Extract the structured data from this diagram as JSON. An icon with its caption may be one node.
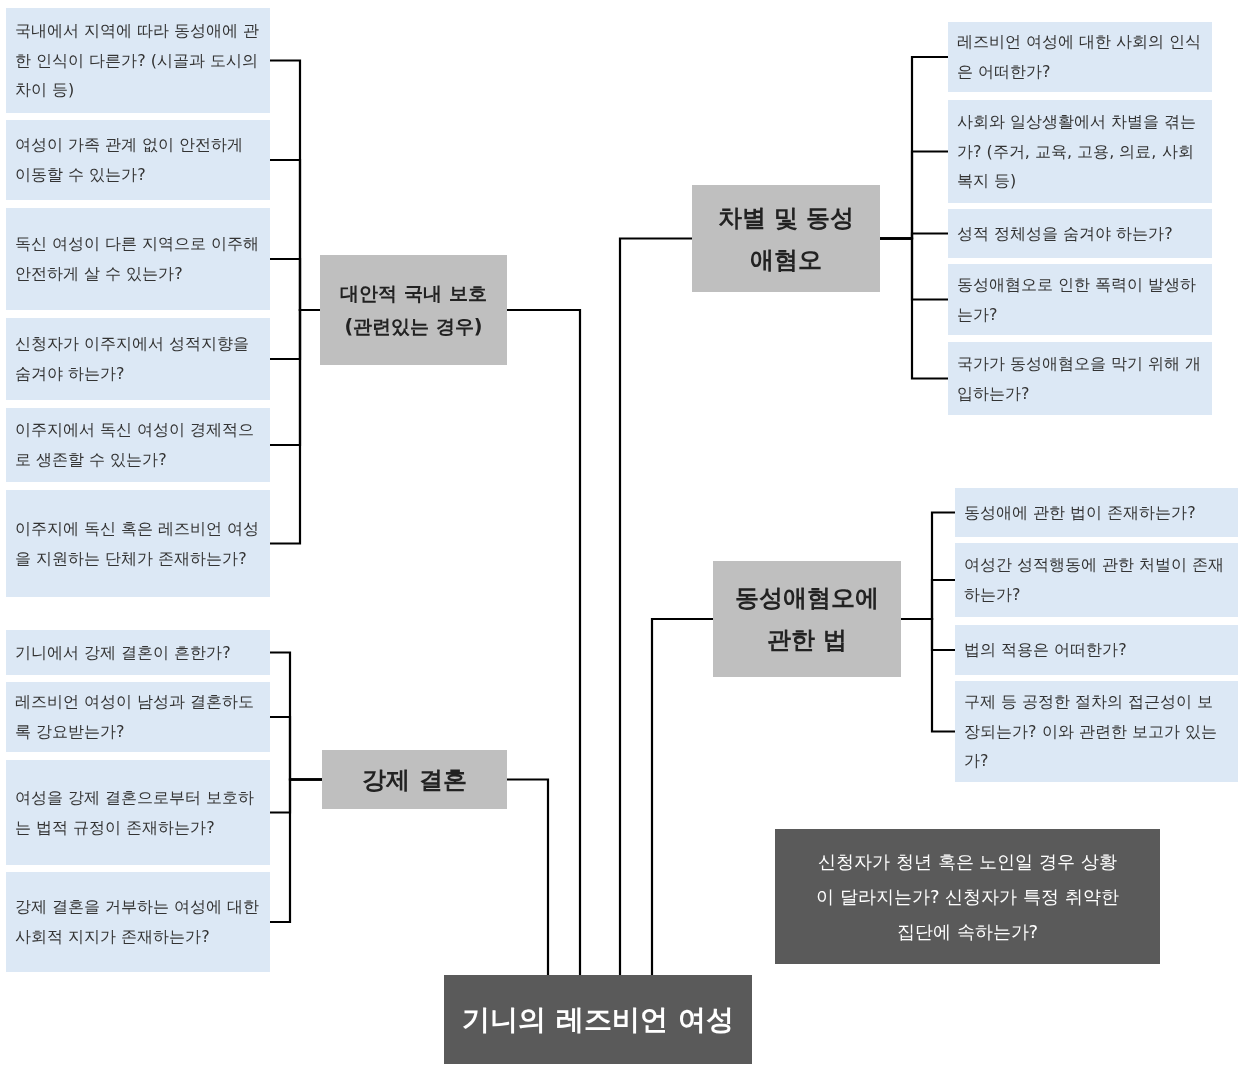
{
  "diagram": {
    "nodes": [
      {
        "text": [
          "국내에서 지역에 따라 동성애에 관한 인식이 다른가? (시골과 도시의 차이 등)"
        ]
      },
      {
        "text": [
          "여성이 가족 관계 없이 안전하게 이동할 수 있는가?"
        ]
      },
      {
        "text": [
          "독신 여성이 다른 지역으로 이주해 안전하게 살 수 있는가?"
        ]
      },
      {
        "text": [
          "신청자가 이주지에서 성적지향을 숨겨야 하는가?"
        ]
      },
      {
        "text": [
          "이주지에서 독신 여성이 경제적으로 생존할 수 있는가?"
        ]
      },
      {
        "text": [
          "이주지에 독신 혹은 레즈비언 여성을 지원하는 단체가 존재하는가?"
        ]
      },
      {
        "text": [
          "대안적 국내 보호 (관련있는 경우)"
        ]
      },
      {
        "text": [
          "기니에서 강제 결혼이 흔한가?"
        ]
      },
      {
        "text": [
          "레즈비언 여성이 남성과 결혼하도록 강요받는가?"
        ]
      },
      {
        "text": [
          "여성을 강제 결혼으로부터 보호하는 법적 규정이 존재하는가?"
        ]
      },
      {
        "text": [
          "강제 결혼을 거부하는 여성에 대한 사회적 지지가 존재하는가?"
        ]
      },
      {
        "text": [
          "강제 결혼"
        ]
      },
      {
        "text": [
          "차별 및 동성애혐오"
        ]
      },
      {
        "text": [
          "레즈비언 여성에 대한 사회의 인식은 어떠한가?"
        ]
      },
      {
        "text": [
          "사회와 일상생활에서 차별을 겪는가? (주거, 교육, 고용, 의료, 사회복지 등)"
        ]
      },
      {
        "text": [
          "성적 정체성을 숨겨야 하는가?"
        ]
      },
      {
        "text": [
          "동성애혐오로 인한 폭력이 발생하는가?"
        ]
      },
      {
        "text": [
          "국가가 동성애혐오을 막기 위해 개입하는가?"
        ]
      },
      {
        "text": [
          "동성애혐오에 관한 법"
        ]
      },
      {
        "text": [
          "동성애에 관한 법이 존재하는가?"
        ]
      },
      {
        "text": [
          "여성간 성적행동에 관한 처벌이 존재하는가?"
        ]
      },
      {
        "text": [
          "법의 적용은 어떠한가?"
        ]
      },
      {
        "text": [
          "구제 등 공정한 절차의 접근성이 보장되는가? 이와 관련한 보고가 있는가?"
        ]
      },
      {
        "text": [
          "신청자가 청년 혹은 노인일 경우 상황이 달라지는가? 신청자가 특정 취약한 집단에 속하는가?"
        ]
      },
      {
        "text": [
          "기니의 레즈비언 여성"
        ]
      }
    ],
    "edges": [
      {
        "from": 24,
        "to": 6,
        "arrow": "none"
      },
      {
        "from": 24,
        "to": 11,
        "arrow": "none"
      },
      {
        "from": 24,
        "to": 12,
        "arrow": "none"
      },
      {
        "from": 24,
        "to": 18,
        "arrow": "none"
      },
      {
        "from": 6,
        "to": 0,
        "arrow": "none"
      },
      {
        "from": 6,
        "to": 1,
        "arrow": "none"
      },
      {
        "from": 6,
        "to": 2,
        "arrow": "none"
      },
      {
        "from": 6,
        "to": 3,
        "arrow": "none"
      },
      {
        "from": 6,
        "to": 4,
        "arrow": "none"
      },
      {
        "from": 6,
        "to": 5,
        "arrow": "none"
      },
      {
        "from": 11,
        "to": 7,
        "arrow": "none"
      },
      {
        "from": 11,
        "to": 8,
        "arrow": "none"
      },
      {
        "from": 11,
        "to": 9,
        "arrow": "none"
      },
      {
        "from": 11,
        "to": 10,
        "arrow": "none"
      },
      {
        "from": 12,
        "to": 13,
        "arrow": "none"
      },
      {
        "from": 12,
        "to": 14,
        "arrow": "none"
      },
      {
        "from": 12,
        "to": 15,
        "arrow": "none"
      },
      {
        "from": 12,
        "to": 16,
        "arrow": "none"
      },
      {
        "from": 12,
        "to": 17,
        "arrow": "none"
      },
      {
        "from": 18,
        "to": 19,
        "arrow": "none"
      },
      {
        "from": 18,
        "to": 20,
        "arrow": "none"
      },
      {
        "from": 18,
        "to": 21,
        "arrow": "none"
      },
      {
        "from": 18,
        "to": 22,
        "arrow": "none"
      }
    ]
  }
}
